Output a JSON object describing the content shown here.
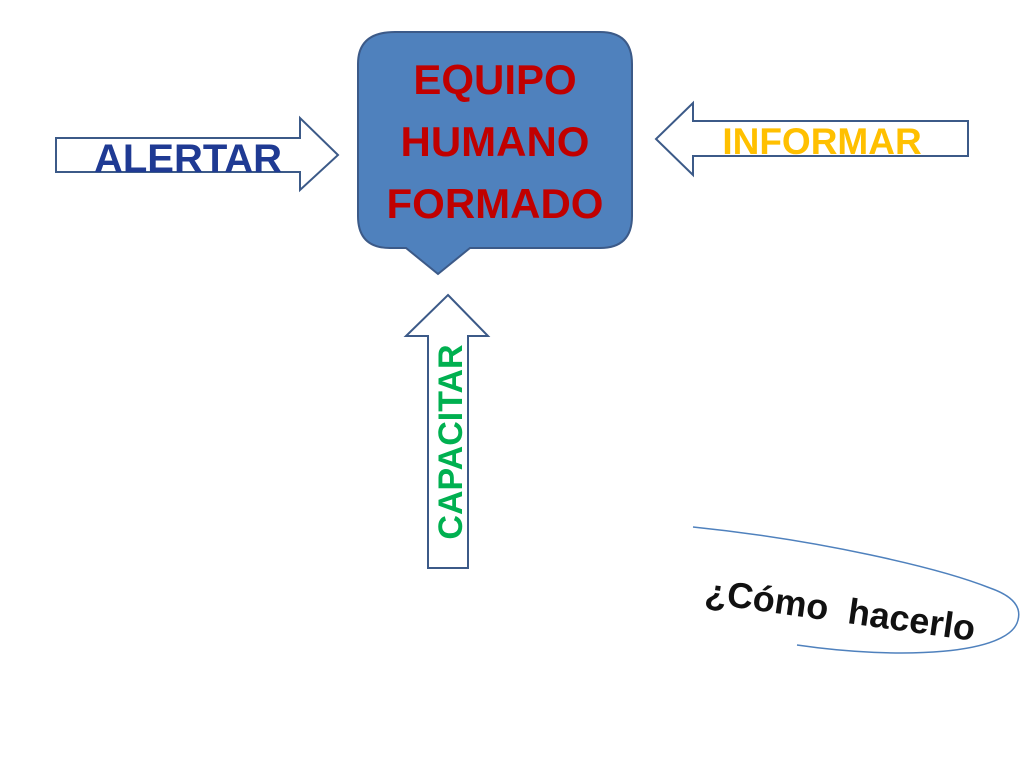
{
  "center_box": {
    "lines": [
      "EQUIPO",
      "HUMANO",
      "FORMADO"
    ],
    "fill": "#4F81BD",
    "text_color": "#C00000"
  },
  "arrows": {
    "alertar": {
      "label": "ALERTAR",
      "color": "#1F3A93"
    },
    "informar": {
      "label": "INFORMAR",
      "color": "#FFC000"
    },
    "capacitar": {
      "label": "CAPACITAR",
      "color": "#00B050"
    }
  },
  "arrow_outline": "#3C5A88",
  "question": {
    "text": "¿Cómo  hacerlo"
  }
}
